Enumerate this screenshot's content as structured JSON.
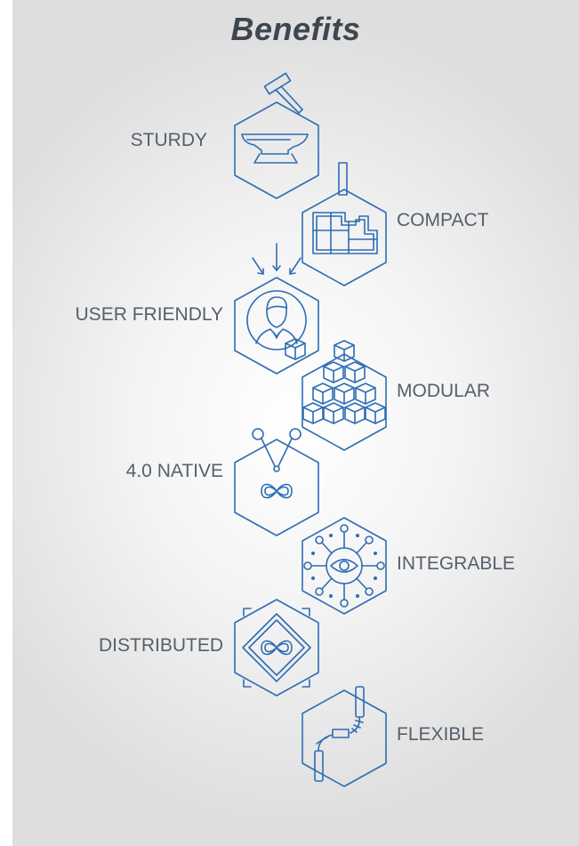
{
  "title": "Benefits",
  "colors": {
    "icon_stroke": "#2e6db3",
    "label_text": "#55606b",
    "title_text": "#3e4650"
  },
  "benefits": [
    {
      "label": "STURDY",
      "icon": "anvil-hammer-icon",
      "side": "left"
    },
    {
      "label": "COMPACT",
      "icon": "stacked-blocks-icon",
      "side": "right"
    },
    {
      "label": "USER FRIENDLY",
      "icon": "user-focus-icon",
      "side": "left"
    },
    {
      "label": "MODULAR",
      "icon": "cube-pyramid-icon",
      "side": "right"
    },
    {
      "label": "4.0 NATIVE",
      "icon": "network-infinity-icon",
      "side": "left"
    },
    {
      "label": "INTEGRABLE",
      "icon": "eye-network-icon",
      "side": "right"
    },
    {
      "label": "DISTRIBUTED",
      "icon": "diamond-infinity-icon",
      "side": "left"
    },
    {
      "label": "FLEXIBLE",
      "icon": "flexible-pipe-icon",
      "side": "right"
    }
  ]
}
